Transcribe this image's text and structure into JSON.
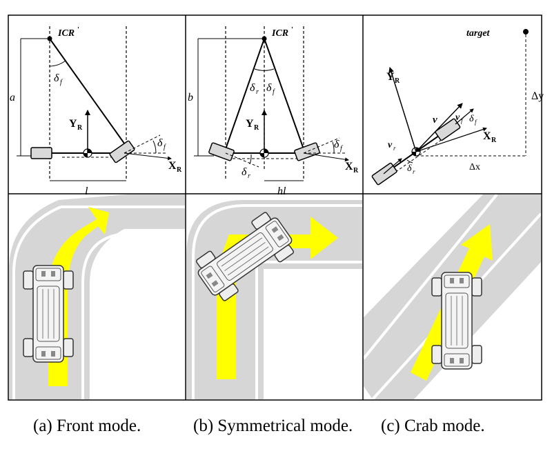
{
  "captions": {
    "a": "(a) Front mode.",
    "b": "(b) Symmetrical mode.",
    "c": "(c) Crab mode."
  },
  "labels": {
    "icr": "ICR",
    "icr_prime": "'",
    "delta_f": "δ",
    "delta_r": "δ",
    "sub_f": "f",
    "sub_r": "r",
    "a": "a",
    "b": "b",
    "l": "l",
    "hl": "hl",
    "xr": "X",
    "yr": "Y",
    "r_sub": "R",
    "target": "target",
    "dx": "Δx",
    "dy": "Δy",
    "v": "v",
    "v_f": "v",
    "v_r": "v"
  },
  "colors": {
    "road": "#d6d6d6",
    "arrow": "#ffff00",
    "border": "#000000",
    "wheel": "#d9d9d9"
  }
}
